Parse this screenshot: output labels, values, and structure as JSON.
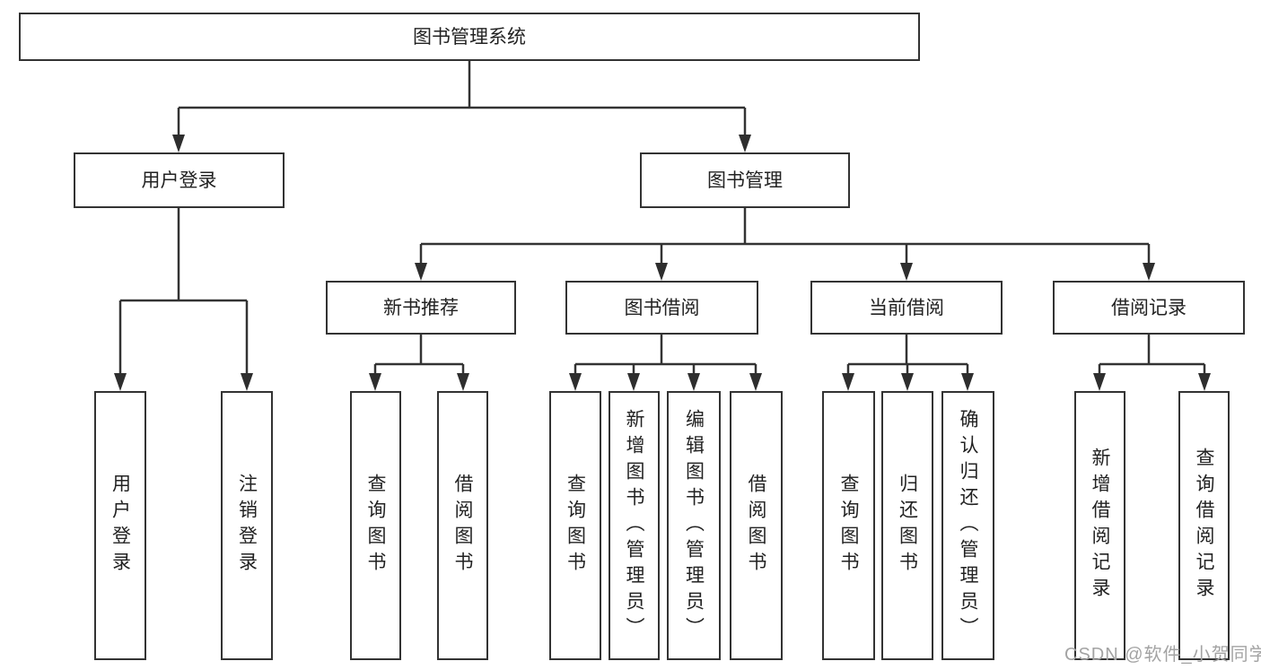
{
  "diagram": {
    "root": {
      "label": "图书管理系统"
    },
    "branches": [
      {
        "label": "用户登录",
        "children": [
          {
            "label": "用户登录"
          },
          {
            "label": "注销登录"
          }
        ]
      },
      {
        "label": "图书管理",
        "children": [
          {
            "label": "新书推荐",
            "children": [
              {
                "label": "查询图书"
              },
              {
                "label": "借阅图书"
              }
            ]
          },
          {
            "label": "图书借阅",
            "children": [
              {
                "label": "查询图书"
              },
              {
                "label": "新增图书（管理员）"
              },
              {
                "label": "编辑图书（管理员）"
              },
              {
                "label": "借阅图书"
              }
            ]
          },
          {
            "label": "当前借阅",
            "children": [
              {
                "label": "查询图书"
              },
              {
                "label": "归还图书"
              },
              {
                "label": "确认归还（管理员）"
              }
            ]
          },
          {
            "label": "借阅记录",
            "children": [
              {
                "label": "新增借阅记录"
              },
              {
                "label": "查询借阅记录"
              }
            ]
          }
        ]
      }
    ]
  },
  "watermark": {
    "text": "CSDN @软件_小贺同学"
  },
  "colors": {
    "border": "#333333",
    "line": "#333333",
    "arrow": "#2e2e2e",
    "text": "#222222",
    "watermark": "#a3a3a3",
    "background": "#ffffff"
  }
}
